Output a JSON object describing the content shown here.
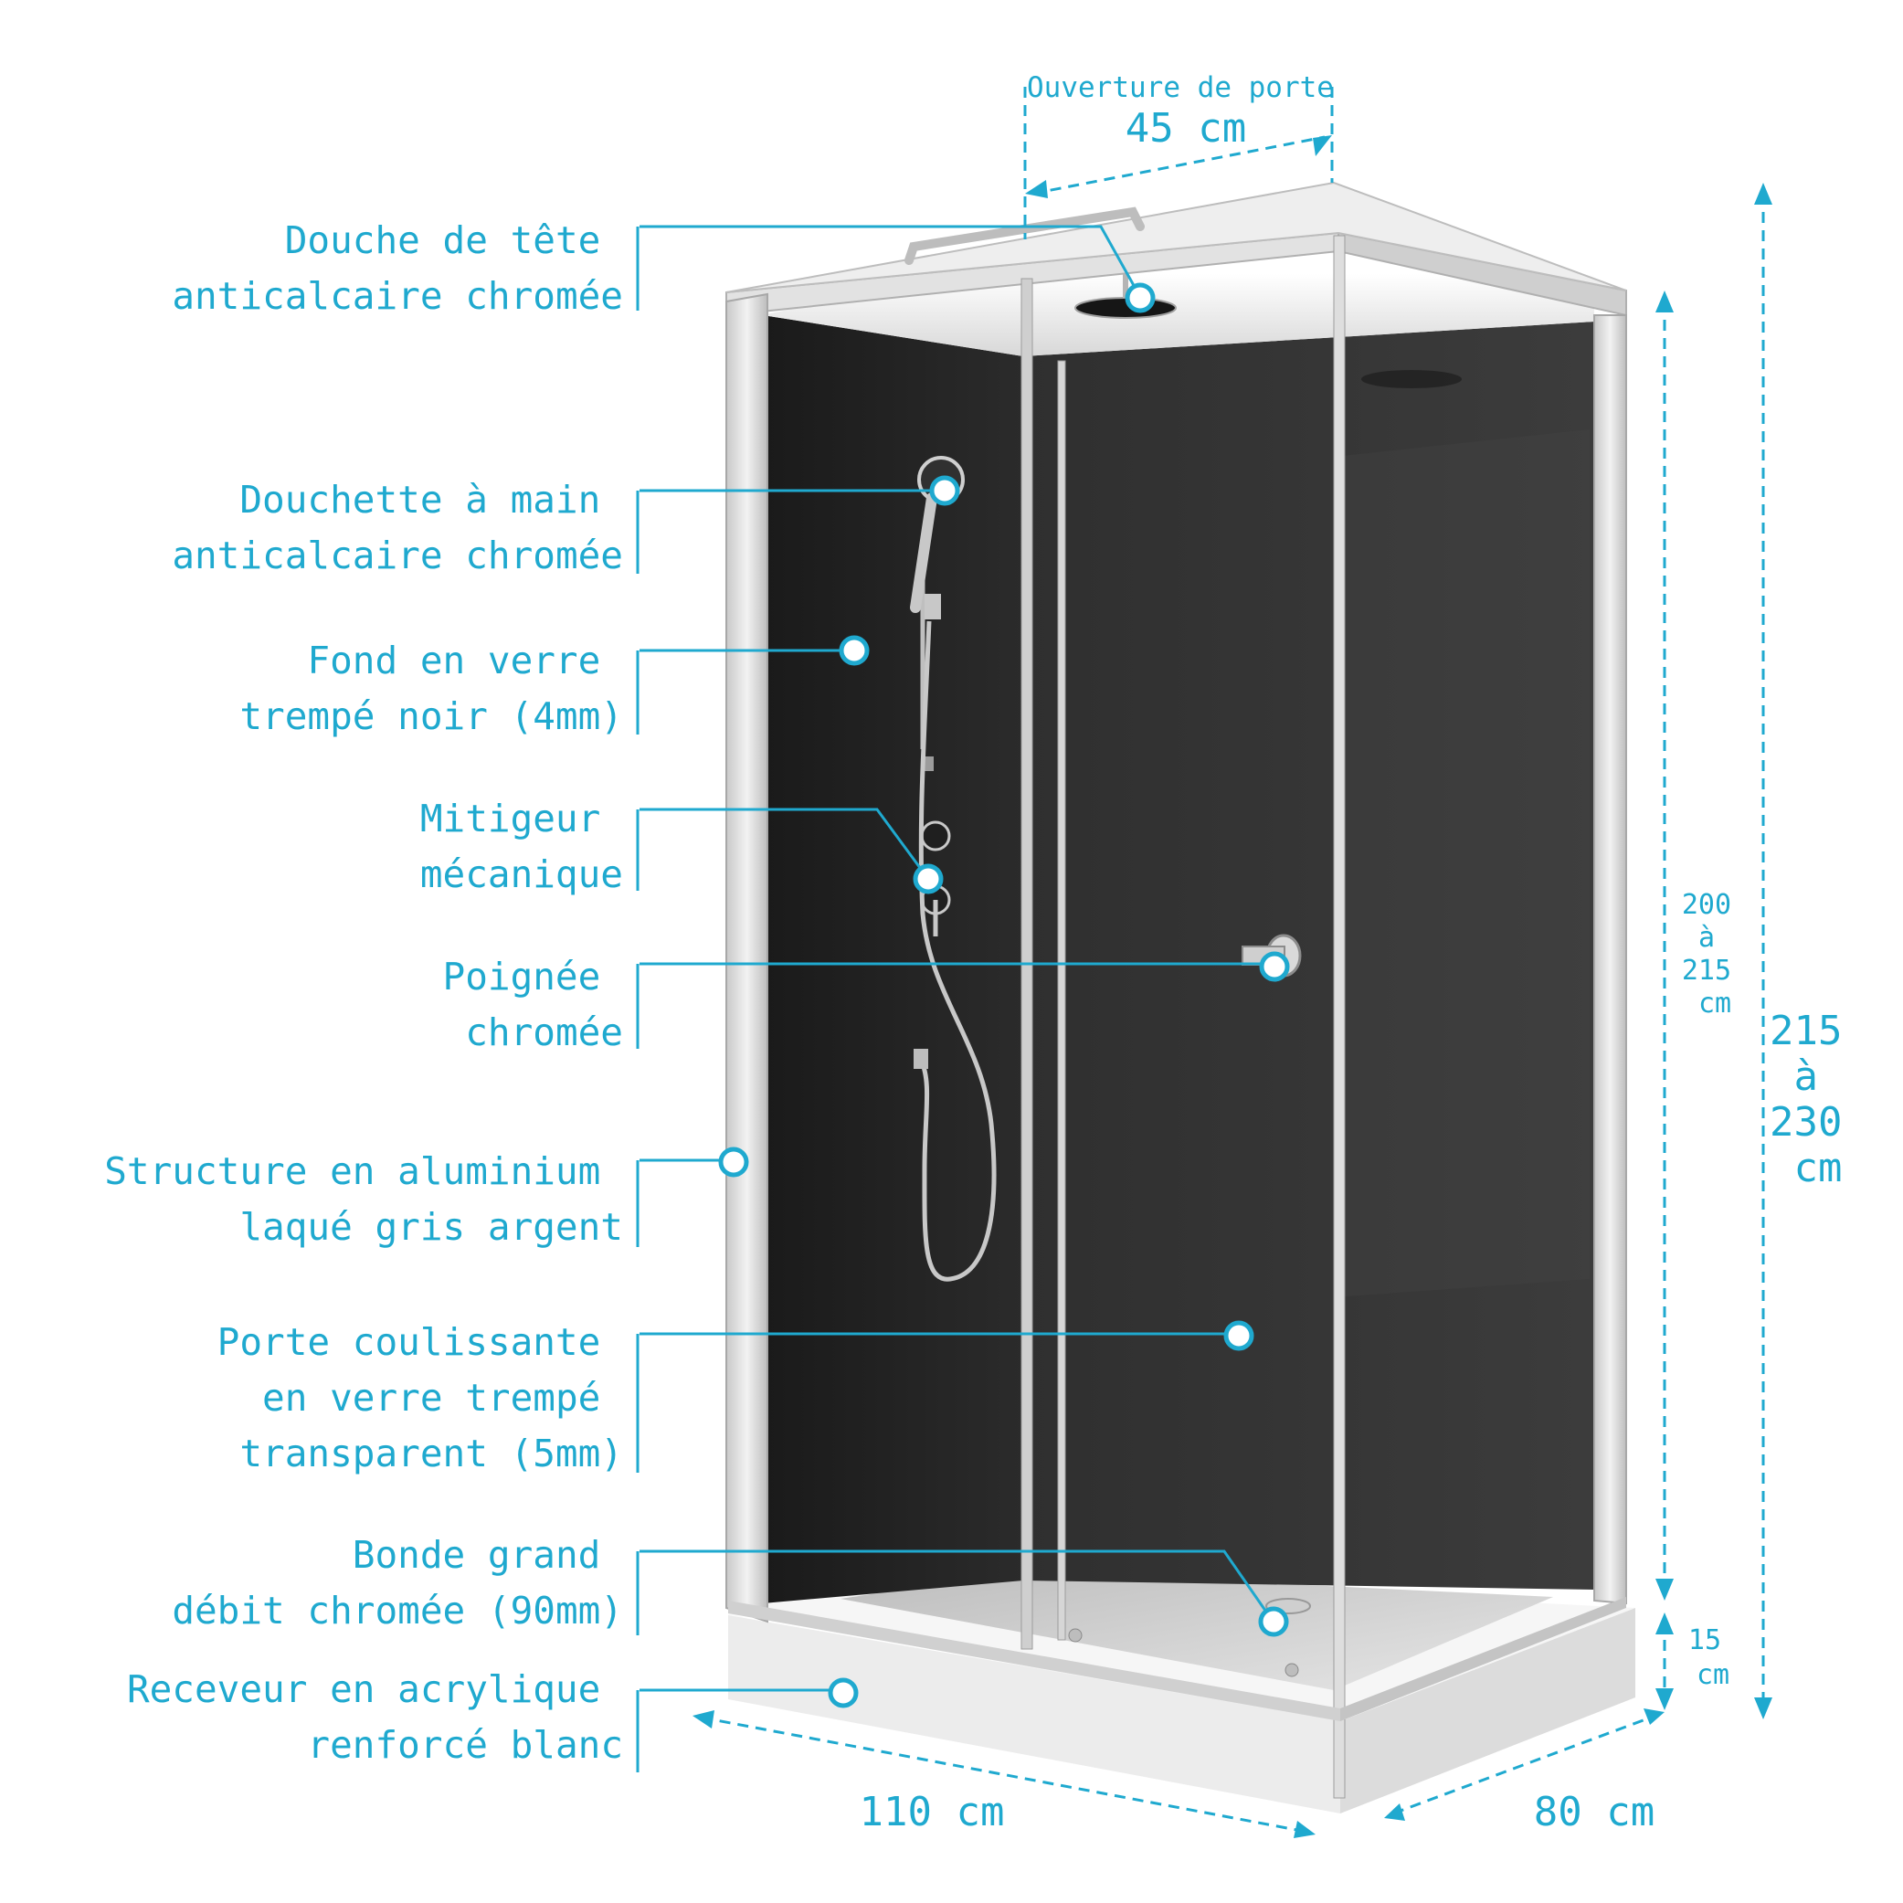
{
  "colors": {
    "accent": "#1fa9cf",
    "glass_back": "#262626",
    "frame": "#d9d9d9",
    "tray": "#f2f2f2"
  },
  "callouts": [
    {
      "lines": [
        "Douche de tête",
        "anticalcaire chromée"
      ]
    },
    {
      "lines": [
        "Douchette à main",
        "anticalcaire chromée"
      ]
    },
    {
      "lines": [
        "Fond en verre",
        "trempé noir (4mm)"
      ]
    },
    {
      "lines": [
        "Mitigeur",
        "mécanique"
      ]
    },
    {
      "lines": [
        "Poignée",
        "chromée"
      ]
    },
    {
      "lines": [
        "Structure en aluminium",
        "laqué gris argent"
      ]
    },
    {
      "lines": [
        "Porte coulissante",
        "en verre trempé",
        "transparent (5mm)"
      ]
    },
    {
      "lines": [
        "Bonde grand",
        "débit chromée (90mm)"
      ]
    },
    {
      "lines": [
        "Receveur en acrylique",
        "renforcé blanc"
      ]
    }
  ],
  "dimensions": {
    "door_opening_label": "Ouverture de porte",
    "door_opening_value": "45 cm",
    "width": "110 cm",
    "depth": "80 cm",
    "inner_height": [
      "200",
      "à",
      "215",
      "cm"
    ],
    "tray_height": [
      "15",
      "cm"
    ],
    "total_height": [
      "215",
      "à",
      "230",
      "cm"
    ]
  }
}
